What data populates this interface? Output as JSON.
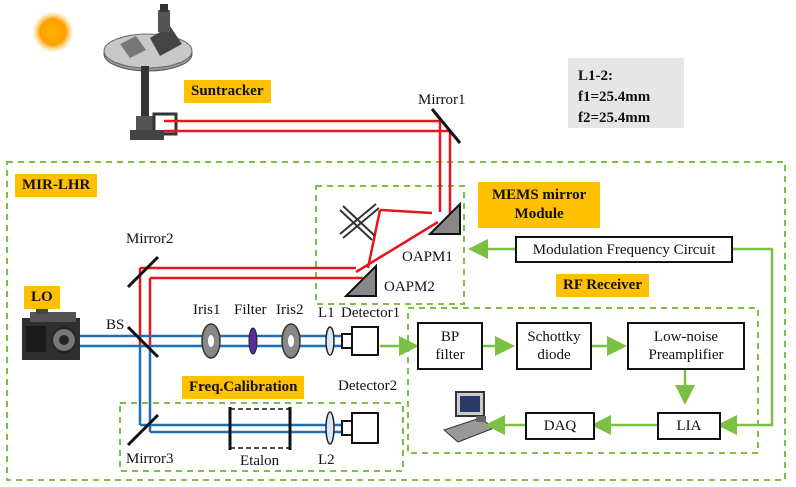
{
  "tags": {
    "suntracker": "Suntracker",
    "mir_lhr": "MIR-LHR",
    "mems_line1": "MEMS mirror",
    "mems_line2": "Module",
    "lo": "LO",
    "rf_receiver": "RF Receiver",
    "freq_calibration": "Freq.Calibration"
  },
  "note": {
    "line1": "L1-2:",
    "line2": "f1=25.4mm",
    "line3": "f2=25.4mm"
  },
  "labels": {
    "mirror1": "Mirror1",
    "mirror2": "Mirror2",
    "mirror3": "Mirror3",
    "oapm1": "OAPM1",
    "oapm2": "OAPM2",
    "bs": "BS",
    "iris1": "Iris1",
    "filter": "Filter",
    "iris2": "Iris2",
    "l1": "L1",
    "l2": "L2",
    "detector1": "Detector1",
    "detector2": "Detector2",
    "etalon": "Etalon"
  },
  "boxes": {
    "modulation": "Modulation Frequency Circuit",
    "bp_line1": "BP",
    "bp_line2": "filter",
    "schottky_line1": "Schottky",
    "schottky_line2": "diode",
    "lna_line1": "Low-noise",
    "lna_line2": "Preamplifier",
    "daq": "DAQ",
    "lia": "LIA"
  },
  "icons": [
    "sun-icon",
    "suntracker-icon",
    "laser-icon",
    "computer-icon"
  ],
  "colors": {
    "beam_red": "#e8151b",
    "beam_blue": "#1f6fb5",
    "signal_green": "#7ac143",
    "tag_yellow": "#ffc000",
    "region_green": "#7ac143"
  }
}
